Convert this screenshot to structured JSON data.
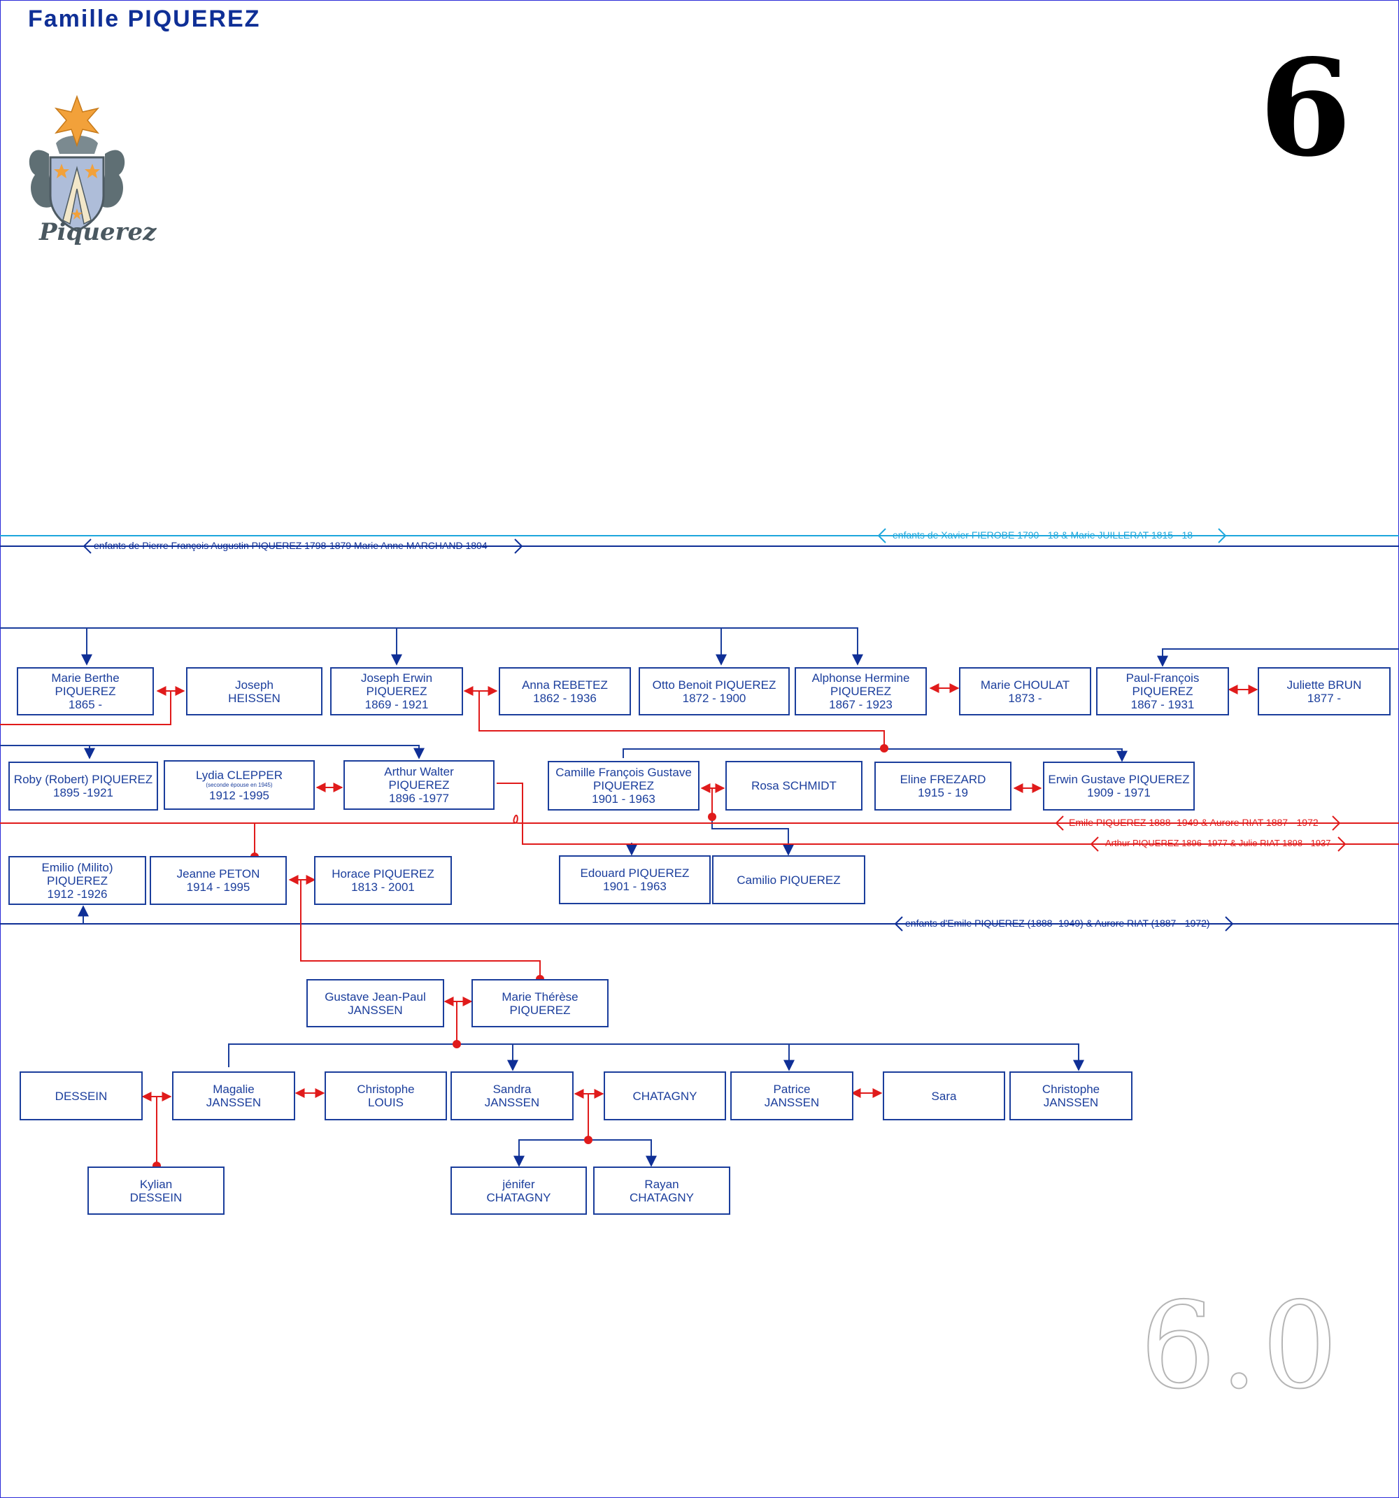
{
  "header": {
    "title": "Famille PIQUEREZ",
    "page_number": "6",
    "version": "6.0"
  },
  "crest": {
    "label": "Piquerez"
  },
  "colors": {
    "blue": "#1b3e9c",
    "dark_blue": "#0f2f96",
    "cyan": "#1ea7dc",
    "red": "#e01b1b"
  },
  "banners": {
    "xavier": "enfants de Xavier FIEROBE 1790 - 18  &   Marie JUILLERAT 1815 - 18",
    "pierre": "enfants de Pierre François Augustin PIQUEREZ 1798-1879 Marie Anne MARCHAND 1804 -",
    "emile_red": "Emile PIQUEREZ 1888 -1949 & Aurore RIAT 1887 - 1972",
    "arthur_red": "Arthur PIQUEREZ 1896 -1977 & Julie RIAT 1898 - 1937",
    "emile_children": "enfants d'Emile PIQUEREZ (1888 -1949) & Aurore RIAT (1887 - 1972)"
  },
  "persons": {
    "marie_berthe": [
      "Marie Berthe",
      "PIQUEREZ",
      "1865 -"
    ],
    "joseph_heissen": [
      "Joseph",
      "HEISSEN"
    ],
    "joseph_erwin": [
      "Joseph Erwin",
      "PIQUEREZ",
      "1869 - 1921"
    ],
    "anna_rebetez": [
      "Anna REBETEZ",
      "1862 - 1936"
    ],
    "otto_benoit": [
      "Otto Benoit PIQUEREZ",
      "1872 - 1900"
    ],
    "alphonse": [
      "Alphonse Hermine",
      "PIQUEREZ",
      "1867 - 1923"
    ],
    "marie_choulat": [
      "Marie CHOULAT",
      "1873 -"
    ],
    "paul_francois": [
      "Paul-François",
      "PIQUEREZ",
      "1867 - 1931"
    ],
    "juliette_brun": [
      "Juliette BRUN",
      "1877 -"
    ],
    "roby": [
      "Roby (Robert) PIQUEREZ",
      "1895 -1921"
    ],
    "lydia": [
      "Lydia CLEPPER",
      "(seconde épouse en 1945)",
      "1912 -1995"
    ],
    "arthur_walter": [
      "Arthur Walter",
      "PIQUEREZ",
      "1896 -1977"
    ],
    "camille": [
      "Camille François Gustave",
      "PIQUEREZ",
      "1901 - 1963"
    ],
    "rosa": [
      "Rosa SCHMIDT"
    ],
    "eline": [
      "Eline FREZARD",
      "1915 - 19"
    ],
    "erwin_gustave": [
      "Erwin Gustave PIQUEREZ",
      "1909 - 1971"
    ],
    "emilio": [
      "Emilio (Milito)",
      "PIQUEREZ",
      "1912 -1926"
    ],
    "jeanne": [
      "Jeanne PETON",
      "1914 - 1995"
    ],
    "horace": [
      "Horace PIQUEREZ",
      "1813 - 2001"
    ],
    "edouard": [
      "Edouard PIQUEREZ",
      "1901 - 1963"
    ],
    "camilio": [
      "Camilio PIQUEREZ"
    ],
    "gustave_jp": [
      "Gustave Jean-Paul",
      "JANSSEN"
    ],
    "marie_therese": [
      "Marie Thérèse",
      "PIQUEREZ"
    ],
    "dessein": [
      "DESSEIN"
    ],
    "magalie": [
      "Magalie",
      "JANSSEN"
    ],
    "christophe_louis": [
      "Christophe",
      "LOUIS"
    ],
    "sandra": [
      "Sandra",
      "JANSSEN"
    ],
    "chatagny": [
      "CHATAGNY"
    ],
    "patrice": [
      "Patrice",
      "JANSSEN"
    ],
    "sara": [
      "Sara"
    ],
    "christophe_janssen": [
      "Christophe",
      "JANSSEN"
    ],
    "kylian": [
      "Kylian",
      "DESSEIN"
    ],
    "jenifer": [
      "jénifer",
      "CHATAGNY"
    ],
    "rayan": [
      "Rayan",
      "CHATAGNY"
    ]
  }
}
